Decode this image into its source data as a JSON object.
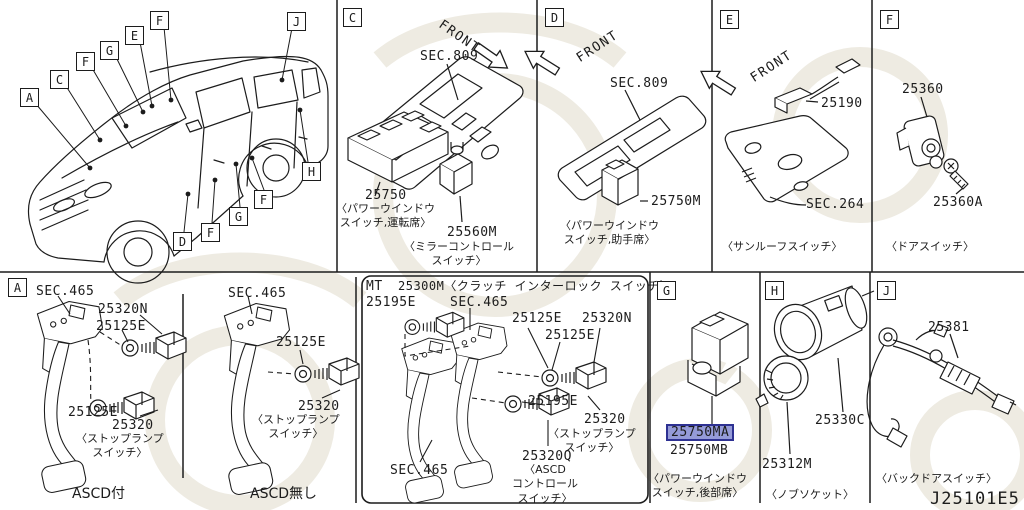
{
  "document": {
    "code": "J25101E5"
  },
  "colors": {
    "line": "#1c1c1c",
    "background": "#ffffff",
    "watermark": "#eeebe2",
    "highlight_fill": "#959bd8",
    "highlight_border": "#2e3192"
  },
  "car": {
    "callouts": [
      "A",
      "C",
      "F",
      "G",
      "E",
      "F",
      "J",
      "D",
      "F",
      "G",
      "F",
      "H"
    ]
  },
  "panels": {
    "c": {
      "letter": "C",
      "front_label": "FRONT",
      "section_ref": "SEC.809",
      "part_switch": "25750",
      "caption_switch": "〈パワーウインドウ\nスイッチ,運転席〉",
      "part_mirror": "25560M",
      "caption_mirror": "〈ミラーコントロール\nスイッチ〉"
    },
    "d": {
      "letter": "D",
      "front_label": "FRONT",
      "section_ref": "SEC.809",
      "part_switch": "25750M",
      "caption_switch": "〈パワーウインドウ\nスイッチ,助手席〉"
    },
    "e": {
      "letter": "E",
      "front_label": "FRONT",
      "part_switch": "25190",
      "section_ref": "SEC.264",
      "caption": "〈サンルーフスイッチ〉"
    },
    "f": {
      "letter": "F",
      "part_switch": "25360",
      "part_screw": "25360A",
      "caption": "〈ドアスイッチ〉"
    },
    "a": {
      "letter": "A",
      "section_ref": "SEC.465",
      "part_ascd_switch": "25320N",
      "part_nut_upper": "25125E",
      "part_nut_lower": "25125E",
      "part_stop_switch": "25320",
      "caption_stop": "〈ストップランプ\nスイッチ〉",
      "variant_label": "ASCD付"
    },
    "a_no_ascd": {
      "section_ref": "SEC.465",
      "part_nut": "25125E",
      "part_stop_switch": "25320",
      "caption_stop": "〈ストップランプ\nスイッチ〉",
      "variant_label": "ASCD無し"
    },
    "mt": {
      "transmission_label": "MT",
      "part_clutch_interlock": "25300M〈クラッチ インターロック スイッチ〉",
      "part_nut_small_upper": "25195E",
      "section_ref_top": "SEC.465",
      "part_nut_upper": "25125E",
      "part_ascd_switch": "25320N",
      "part_nut_lower": "25125E",
      "part_nut_small_lower": "25195E",
      "part_stop_switch": "25320",
      "caption_stop": "〈ストップランプ\nスイッチ〉",
      "part_ascd_control": "25320Q",
      "caption_ascd": "〈ASCD\nコントロール\nスイッチ〉",
      "section_ref_bottom": "SEC.465"
    },
    "g": {
      "letter": "G",
      "part_selected": "25750MA",
      "part_alt": "25750MB",
      "caption": "〈パワーウインドウ\nスイッチ,後部席〉"
    },
    "h": {
      "letter": "H",
      "part_socket": "25330C",
      "part_knob": "25312M",
      "caption": "〈ノブソケット〉"
    },
    "j": {
      "letter": "J",
      "part_harness": "25381",
      "caption": "〈バックドアスイッチ〉"
    }
  }
}
